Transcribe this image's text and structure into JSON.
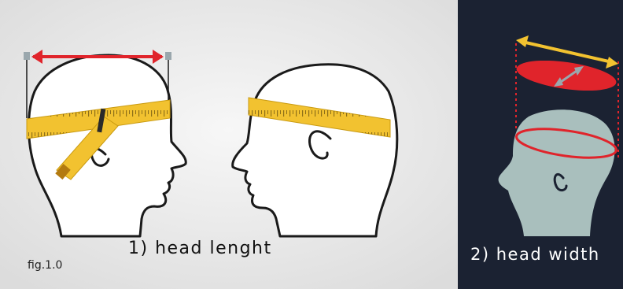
{
  "captions": {
    "head_length": "1)  head lenght",
    "head_width": "2) head width",
    "figure_label": "fig.1.0"
  },
  "colors": {
    "left_panel_bg": "#e9e9e9",
    "right_panel_bg": "#1b2232",
    "outline": "#1a1a1a",
    "head_fill": "#ffffff",
    "tape": "#f2c230",
    "tape_ticks": "#6b5310",
    "length_arrow": "#e0242b",
    "width_arrow": "#f2c230",
    "width_ellipse": "#e0242b",
    "inner_arrow": "#9aa7ad",
    "right_head": "#a9bfbd",
    "dotted_guides": "#e0242b"
  },
  "icons": [
    "head-side-view-icon",
    "measuring-tape-icon",
    "double-arrow-icon"
  ]
}
